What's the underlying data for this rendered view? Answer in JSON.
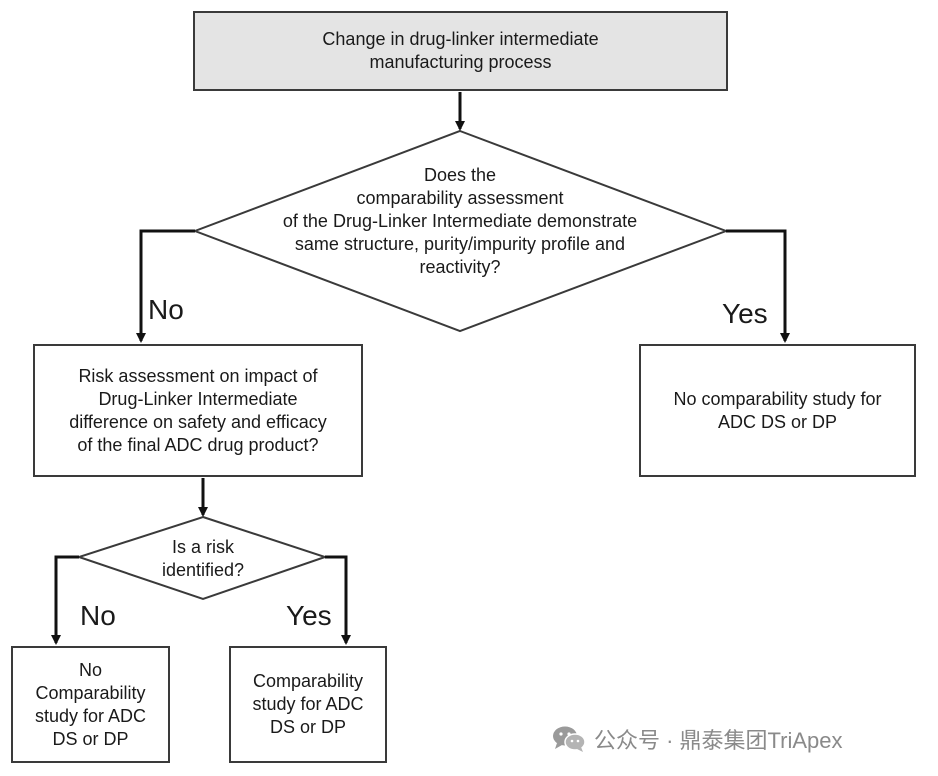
{
  "nodes": {
    "start": "Change in drug-linker intermediate\nmanufacturing process",
    "decision_main": "Does the\ncomparability assessment\nof the Drug-Linker Intermediate demonstrate\nsame structure, purity/impurity profile and\nreactivity?",
    "risk_assessment": "Risk assessment on impact of\nDrug-Linker Intermediate\ndifference on safety and efficacy\nof the final ADC drug product?",
    "no_study_main": "No comparability study for\nADC DS or DP",
    "decision_risk": "Is  a risk\nidentified?",
    "no_study_low": "No\nComparability\nstudy for ADC\nDS or DP",
    "study": "Comparability\nstudy for ADC\nDS or DP"
  },
  "edge_labels": {
    "main_no": "No",
    "main_yes": "Yes",
    "risk_no": "No",
    "risk_yes": "Yes"
  },
  "watermark": {
    "icon": "wechat-icon",
    "text": "公众号 · 鼎泰集团TriApex"
  },
  "colors": {
    "line": "#111111",
    "box_border": "#3a3a3a",
    "start_fill": "#e4e4e4",
    "watermark": "#8a8a8a"
  }
}
